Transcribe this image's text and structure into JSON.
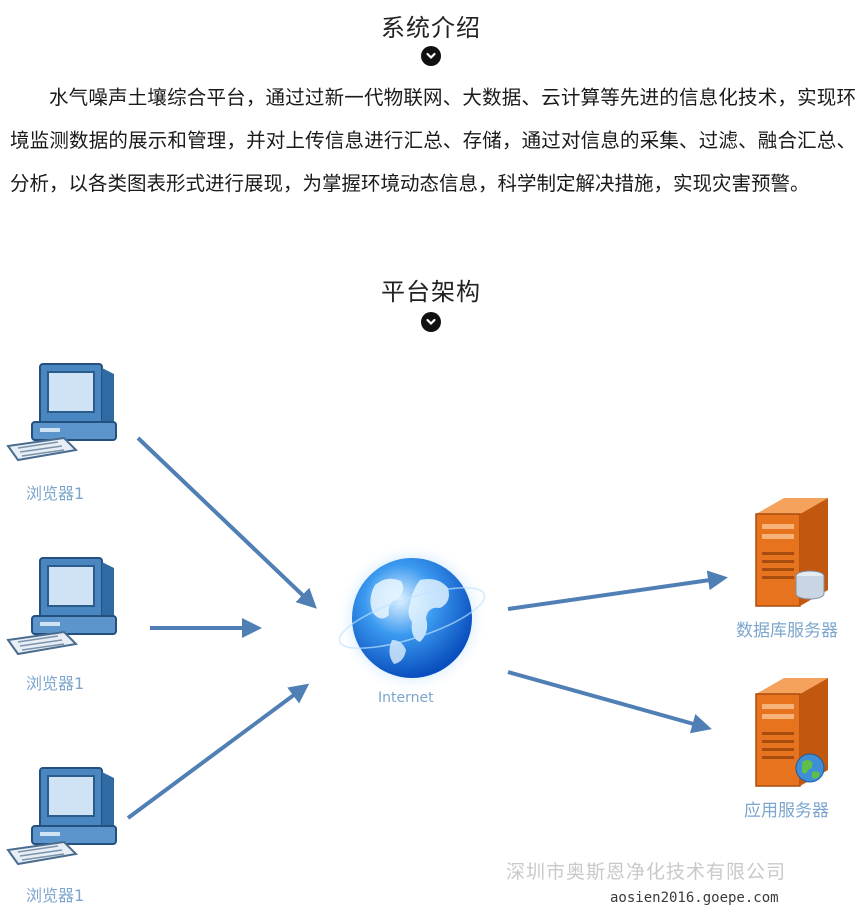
{
  "section1": {
    "title": "系统介绍",
    "icon": "chevron-down-circle-icon",
    "paragraph": "水气噪声土壤综合平台，通过过新一代物联网、大数据、云计算等先进的信息化技术，实现环境监测数据的展示和管理，并对上传信息进行汇总、存储，通过对信息的采集、过滤、融合汇总、分析，以各类图表形式进行展现，为掌握环境动态信息，科学制定解决措施，实现灾害预警。"
  },
  "section2": {
    "title": "平台架构",
    "icon": "chevron-down-circle-icon"
  },
  "diagram": {
    "nodes": {
      "browser1": {
        "label": "浏览器1",
        "icon": "desktop-computer-icon"
      },
      "browser2": {
        "label": "浏览器1",
        "icon": "desktop-computer-icon"
      },
      "browser3": {
        "label": "浏览器1",
        "icon": "desktop-computer-icon"
      },
      "internet": {
        "label": "Internet",
        "icon": "globe-icon"
      },
      "db_server": {
        "label": "数据库服务器",
        "icon": "database-server-icon"
      },
      "app_server": {
        "label": "应用服务器",
        "icon": "application-server-icon"
      }
    },
    "edges": [
      {
        "from": "browser1",
        "to": "internet"
      },
      {
        "from": "browser2",
        "to": "internet"
      },
      {
        "from": "browser3",
        "to": "internet"
      },
      {
        "from": "internet",
        "to": "db_server"
      },
      {
        "from": "internet",
        "to": "app_server"
      }
    ],
    "colors": {
      "arrow": "#4f7fb4",
      "label": "#7ca6cd",
      "server": "#e8731f",
      "globe": "#1f6fd8"
    }
  },
  "watermark": {
    "company": "深圳市奥斯恩净化技术有限公司",
    "site": "aosien2016.goepe.com"
  }
}
